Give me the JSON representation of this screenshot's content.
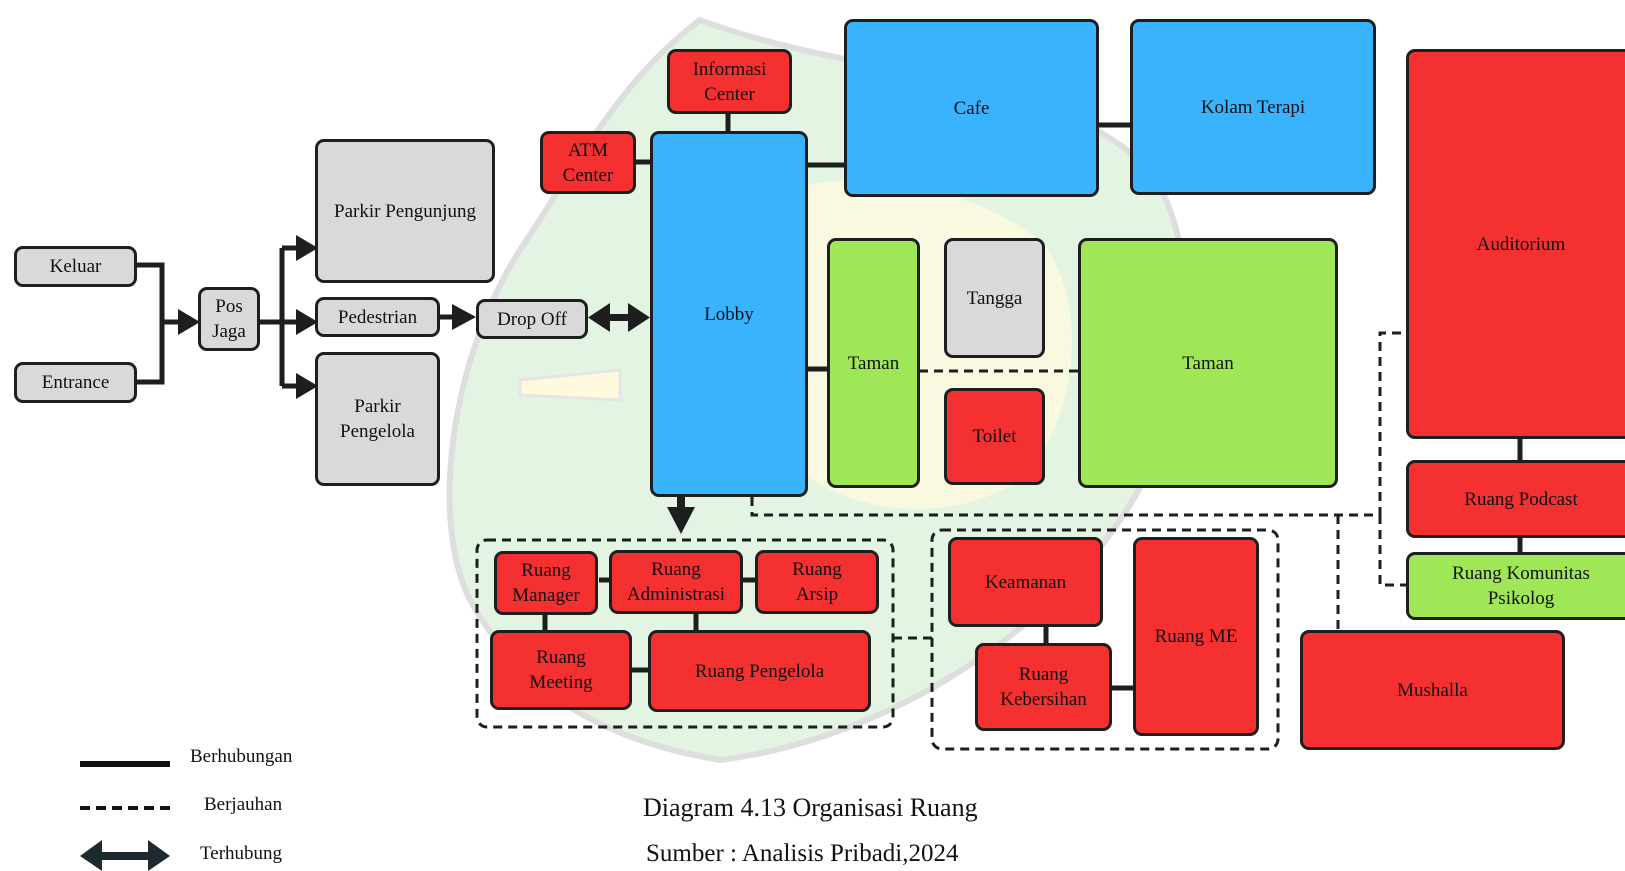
{
  "nodes": {
    "keluar": "Keluar",
    "entrance": "Entrance",
    "pos_jaga": "Pos\nJaga",
    "parkir_pengunjung": "Parkir Pengunjung",
    "pedestrian": "Pedestrian",
    "parkir_pengelola": "Parkir\nPengelola",
    "drop_off": "Drop Off",
    "atm_center": "ATM\nCenter",
    "informasi_center": "Informasi\nCenter",
    "lobby": "Lobby",
    "cafe": "Cafe",
    "kolam_terapi": "Kolam Terapi",
    "taman_1": "Taman",
    "tangga": "Tangga",
    "toilet": "Toilet",
    "taman_2": "Taman",
    "auditorium": "Auditorium",
    "ruang_podcast": "Ruang Podcast",
    "ruang_komunitas_psikolog": "Ruang Komunitas\nPsikolog",
    "mushalla": "Mushalla",
    "ruang_manager": "Ruang\nManager",
    "ruang_administrasi": "Ruang\nAdministrasi",
    "ruang_arsip": "Ruang\nArsip",
    "ruang_meeting": "Ruang\nMeeting",
    "ruang_pengelola": "Ruang Pengelola",
    "keamanan": "Keamanan",
    "ruang_kebersihan": "Ruang\nKebersihan",
    "ruang_me": "Ruang ME"
  },
  "legend": {
    "berhubungan": "Berhubungan",
    "berjauhan": "Berjauhan",
    "terhubung": "Terhubung"
  },
  "caption": {
    "title": "Diagram 4.13 Organisasi Ruang",
    "source": "Sumber : Analisis Pribadi,2024"
  },
  "colors": {
    "gray": "#d9d9d9",
    "red": "#f43030",
    "blue": "#3ab3ff",
    "green": "#a0e758",
    "line": "#1e1e1e"
  }
}
